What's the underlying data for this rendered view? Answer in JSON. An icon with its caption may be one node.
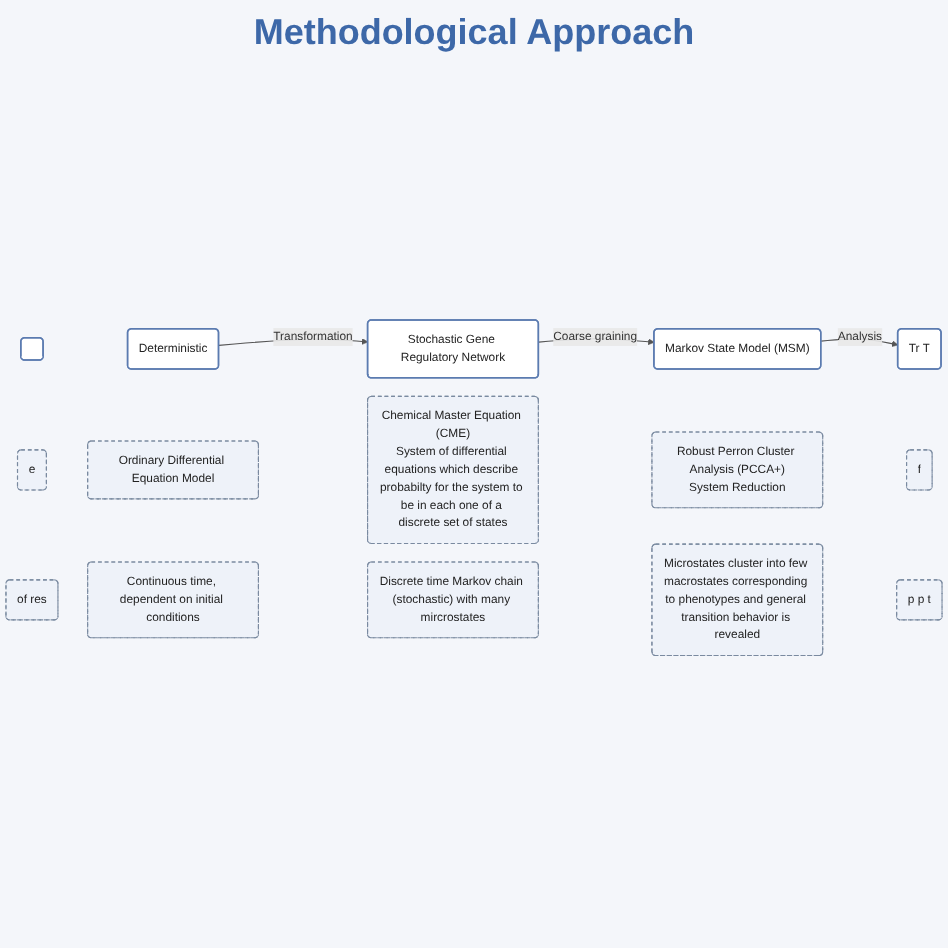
{
  "diagram": {
    "title": "Methodological Approach",
    "nodes": [
      {
        "text": [],
        "shape": "box"
      },
      {
        "text": [
          "Deterministic"
        ]
      },
      {
        "text": [
          "Stochastic Gene Regulatory Network"
        ]
      },
      {
        "text": [
          "Markov State Model (MSM)"
        ]
      },
      {
        "text": [
          "Tr T"
        ]
      },
      {
        "text": [
          "e"
        ]
      },
      {
        "text": [
          "Ordinary Differential Equation Model"
        ]
      },
      {
        "text": [
          "Chemical Master Equation (CME)",
          "System of differential equations which describe probabilty for the system to be in each one of a discrete set of states"
        ]
      },
      {
        "text": [
          "Robust Perron Cluster Analysis (PCCA+)",
          "System Reduction"
        ]
      },
      {
        "text": [
          "f"
        ]
      },
      {
        "text": [
          "of res"
        ]
      },
      {
        "text": [
          "Continuous time, dependent on initial conditions"
        ]
      },
      {
        "text": [
          "Discrete time Markov chain (stochastic) with many mircrostates"
        ]
      },
      {
        "text": [
          "Microstates cluster into few macrostates corresponding to phenotypes and general transition behavior is revealed"
        ]
      },
      {
        "text": [
          "p p t"
        ]
      }
    ],
    "edges": [
      {
        "from": 1,
        "to": 2,
        "arrow": "to",
        "label": "Transformation"
      },
      {
        "from": 2,
        "to": 3,
        "arrow": "to",
        "label": "Coarse graining"
      },
      {
        "from": 3,
        "to": 4,
        "arrow": "to",
        "label": "Analysis"
      }
    ]
  }
}
